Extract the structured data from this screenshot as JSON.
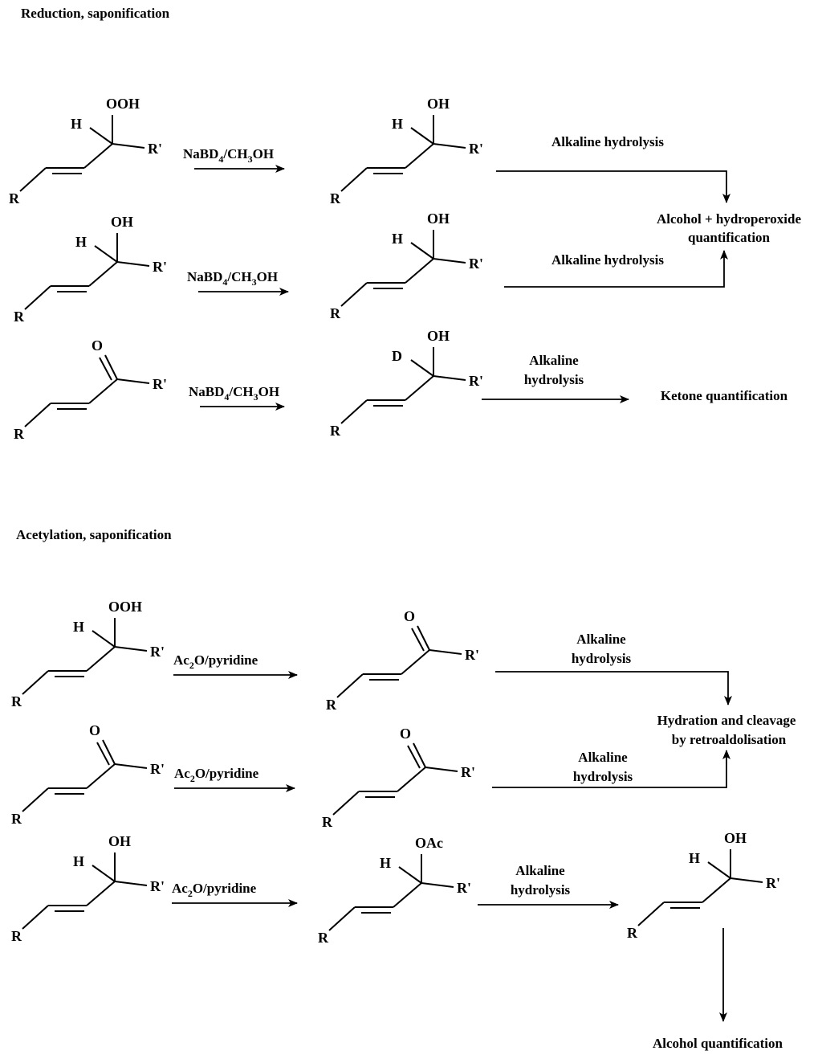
{
  "sections": {
    "reduction_title": "Reduction, saponification",
    "acetylation_title": "Acetylation, saponification"
  },
  "atoms": {
    "R": "R",
    "Rp": "R'",
    "H": "H",
    "D": "D",
    "O": "O",
    "OH": "OH",
    "OOH": "OOH",
    "OAc": "OAc"
  },
  "reagents": {
    "nabd4_a": "NaBD",
    "nabd4_sub": "4",
    "nabd4_b": "/CH",
    "nabd4_sub2": "3",
    "nabd4_c": "OH",
    "ac2o_a": "Ac",
    "ac2o_sub": "2",
    "ac2o_b": "O/pyridine"
  },
  "labels": {
    "alkaline_hydrolysis": "Alkaline hydrolysis",
    "alkaline": "Alkaline",
    "hydrolysis": "hydrolysis",
    "alcohol_hydroperoxide_1": "Alcohol + hydroperoxide",
    "alcohol_hydroperoxide_2": "quantification",
    "ketone_quant": "Ketone quantification",
    "hydration_1": "Hydration and cleavage",
    "hydration_2": "by retroaldolisation",
    "alcohol_quant": "Alcohol quantification"
  }
}
